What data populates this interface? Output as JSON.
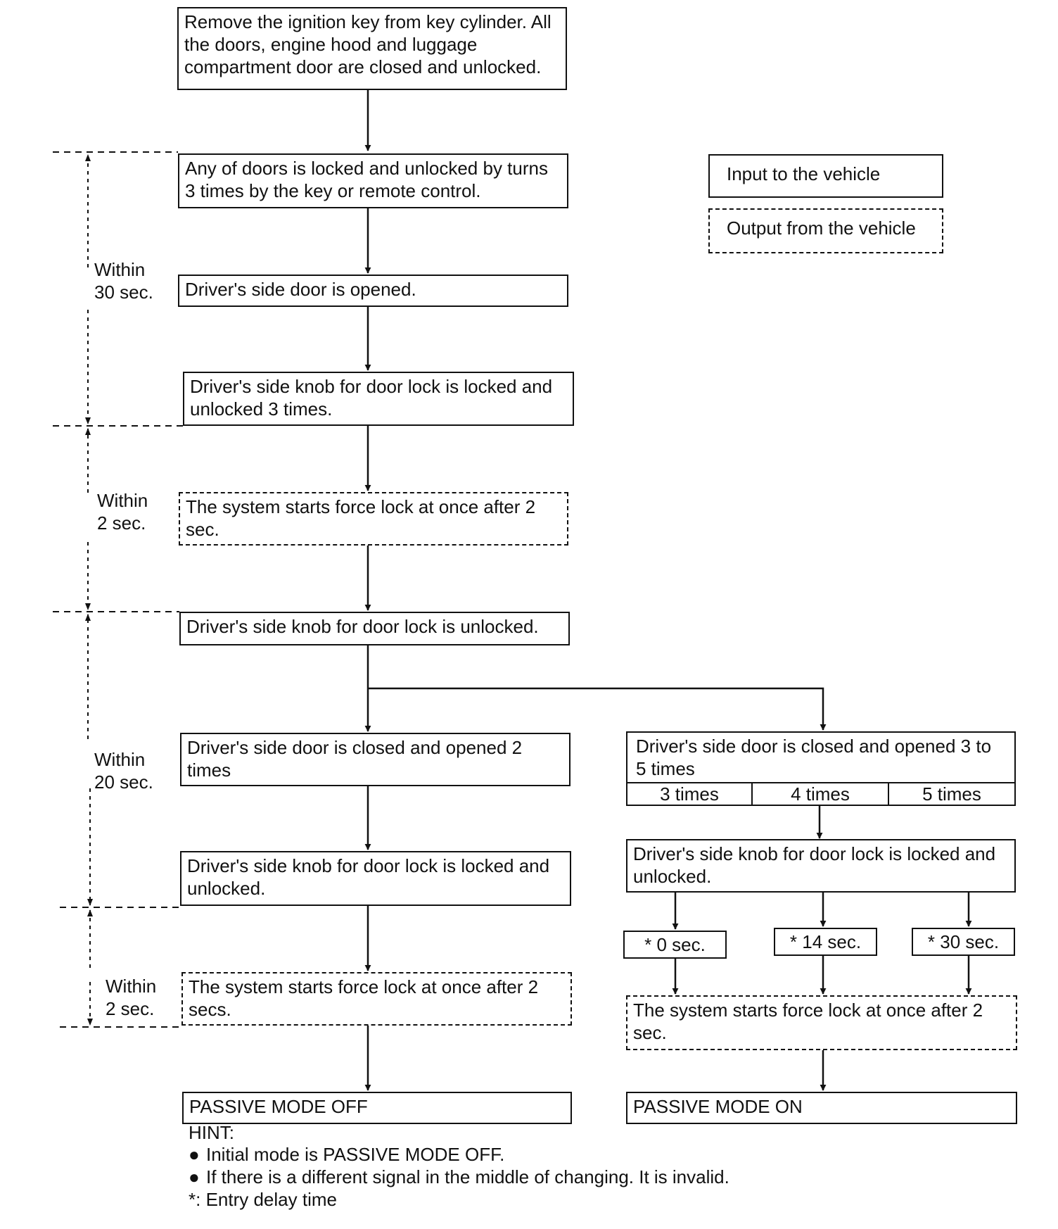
{
  "flowchart": {
    "start": "Remove the ignition key from key cylinder. All the doors, engine hood and luggage compartment door are closed and unlocked.",
    "step_key_lock": "Any of doors is locked and unlocked by turns 3 times by the key or remote control.",
    "step_door_opened": "Driver's side door is opened.",
    "step_knob_3_times": "Driver's side knob for door lock is locked and unlocked 3 times.",
    "output_force_lock_1": "The system starts force lock at once after 2 sec.",
    "step_knob_unlocked": "Driver's side knob for door lock is unlocked.",
    "left_branch": {
      "door_2_times": "Driver's side door is closed and opened 2 times",
      "knob_locked_unlocked": "Driver's side knob for door lock is locked and unlocked.",
      "output_force_lock": "The system starts force lock at once after 2 secs.",
      "result": "PASSIVE MODE OFF"
    },
    "right_branch": {
      "door_3_to_5_times": "Driver's side door is closed and opened 3 to 5 times",
      "options": [
        "3 times",
        "4 times",
        "5 times"
      ],
      "knob_locked_unlocked": "Driver's side knob for door lock is locked and unlocked.",
      "delays": [
        "* 0 sec.",
        "* 14 sec.",
        "* 30 sec."
      ],
      "output_force_lock": "The system starts force lock at once after 2 sec.",
      "result": "PASSIVE MODE ON"
    }
  },
  "legend": {
    "input": "Input to the vehicle",
    "output": "Output from the vehicle"
  },
  "timing": {
    "within_30": "Within\n30 sec.",
    "within_2_a": "Within\n2 sec.",
    "within_20": "Within\n20 sec.",
    "within_2_b": "Within\n2 sec."
  },
  "hint": {
    "title": "HINT:",
    "bullets": [
      "Initial mode is PASSIVE MODE OFF.",
      "If there is a different signal in the middle of changing. It is invalid."
    ],
    "footnote": "*: Entry delay time"
  }
}
